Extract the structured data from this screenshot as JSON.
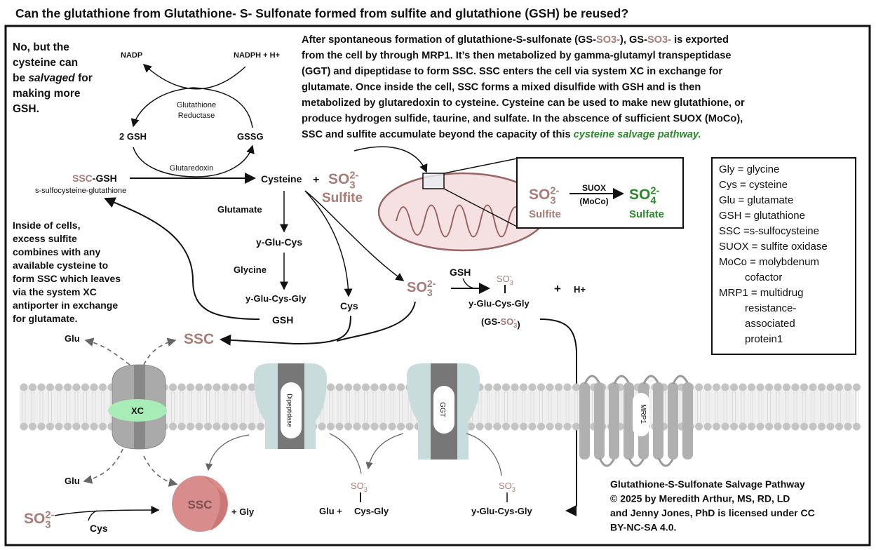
{
  "title": "Can the glutathione from Glutathione- S- Sulfonate formed from sulfite and glutathione (GSH) be reused?",
  "left_note": {
    "lines": [
      [
        {
          "t": "No, but the"
        }
      ],
      [
        {
          "t": "cysteine can"
        }
      ],
      [
        {
          "t": "be "
        },
        {
          "t": "salvaged",
          "style": "italic"
        },
        {
          "t": " for"
        }
      ],
      [
        {
          "t": "making more"
        }
      ],
      [
        {
          "t": "GSH."
        }
      ]
    ]
  },
  "paragraph": {
    "lines": [
      [
        {
          "t": "After spontaneous formation of glutathione-S-sulfonate (GS-"
        },
        {
          "t": "SO3-",
          "style": "mauve"
        },
        {
          "t": "),  GS-"
        },
        {
          "t": "SO3-",
          "style": "mauve"
        },
        {
          "t": " is exported"
        }
      ],
      [
        {
          "t": "from the cell by through MRP1. It’s then metabolized by gamma-glutamyl transpeptidase"
        }
      ],
      [
        {
          "t": "(GGT) and dipeptidase to form SSC. SSC enters the cell via system XC in exchange for"
        }
      ],
      [
        {
          "t": "glutamate. Once inside the cell, SSC forms a mixed disulfide with GSH and is then"
        }
      ],
      [
        {
          "t": "metabolized by glutaredoxin to cysteine. Cysteine can be used to make new glutathione, or"
        }
      ],
      [
        {
          "t": "produce hydrogen sulfide, taurine, and sulfate. In the abscence of  sufficient SUOX (MoCo),"
        }
      ],
      [
        {
          "t": "SSC and sulfite accumulate beyond the capacity of this "
        },
        {
          "t": "cysteine salvage pathway.",
          "style": "green"
        }
      ]
    ]
  },
  "inside_note": {
    "lines": [
      "Inside of cells,",
      "excess sulfite",
      "combines with any",
      "available cysteine to",
      "form SSC which leaves",
      "via the system XC",
      "antiporter in exchange",
      "for glutamate."
    ]
  },
  "cycle": {
    "nadp": "NADP",
    "nadph": "NADPH + H+",
    "enzyme_1": "Glutathione",
    "enzyme_2": "Reductase",
    "gsh2": "2 GSH",
    "gssg": "GSSG",
    "glutaredoxin": "Glutaredoxin"
  },
  "pathway": {
    "ssc": "SSC",
    "ssc_gsh_suffix": "-GSH",
    "ssc_gsh_full": "s-sulfocysteine-glutathione",
    "cysteine": "Cysteine",
    "plus": "+",
    "sulfite": "Sulfite",
    "glutamate": "Glutamate",
    "glu_cys": "y-Glu-Cys",
    "glycine": "Glycine",
    "glu_cys_gly": "y-Glu-Cys-Gly",
    "gsh": "GSH",
    "cys": "Cys",
    "gsh_reagent": "GSH",
    "gs_product": "y-Glu-Cys-Gly",
    "plus_h": "+",
    "h_plus": "H+",
    "gs_open": "(GS-",
    "gs_close": ")",
    "ssc_out": "SSC"
  },
  "inset": {
    "sulfite": "Sulfite",
    "enzyme": "SUOX",
    "cofactor": "(MoCo)",
    "sulfate": "Sulfate"
  },
  "formulas": {
    "sulfite": {
      "base": "SO",
      "sub": "3",
      "sup": "2-"
    },
    "sulfonate": {
      "base": "SO",
      "sub": "3",
      "sup": "-"
    },
    "sulfate": {
      "base": "SO",
      "sub": "4",
      "sup": "2-"
    }
  },
  "membrane": {
    "xc": "XC",
    "dipeptidase": "Dipeptidase",
    "ggt": "GGT",
    "mrp1": "MRP1",
    "glu_top": "Glu",
    "glu_bottom": "Glu",
    "ssc_ball": "SSC",
    "plus_gly": "+ Gly",
    "cys_low": "Cys",
    "glu_plus": "Glu +",
    "cys_gly": "Cys-Gly",
    "glu_cys_gly_low": "y-Glu-Cys-Gly"
  },
  "legend": {
    "lines": [
      "Gly = glycine",
      "Cys = cysteine",
      "Glu = glutamate",
      "GSH = glutathione",
      "SSC =s-sulfocysteine",
      "SUOX = sulfite oxidase",
      "MoCo = molybdenum",
      "cofactor",
      "MRP1 = multidrug",
      "resistance-",
      "associated",
      "protein1"
    ]
  },
  "credit": {
    "lines": [
      "Glutathione-S-Sulfonate Salvage Pathway",
      "© 2025 by Meredith Arthur, MS, RD, LD",
      "and Jenny Jones, PhD is licensed under CC",
      "BY-NC-SA 4.0."
    ]
  },
  "colors": {
    "sulfur_species": "#a97c78",
    "sulfate_green": "#2a8a2a",
    "xc_green": "#a8ecb8",
    "protein_blue": "#c8dcdc",
    "ssc_ball": "#d88c8c"
  }
}
